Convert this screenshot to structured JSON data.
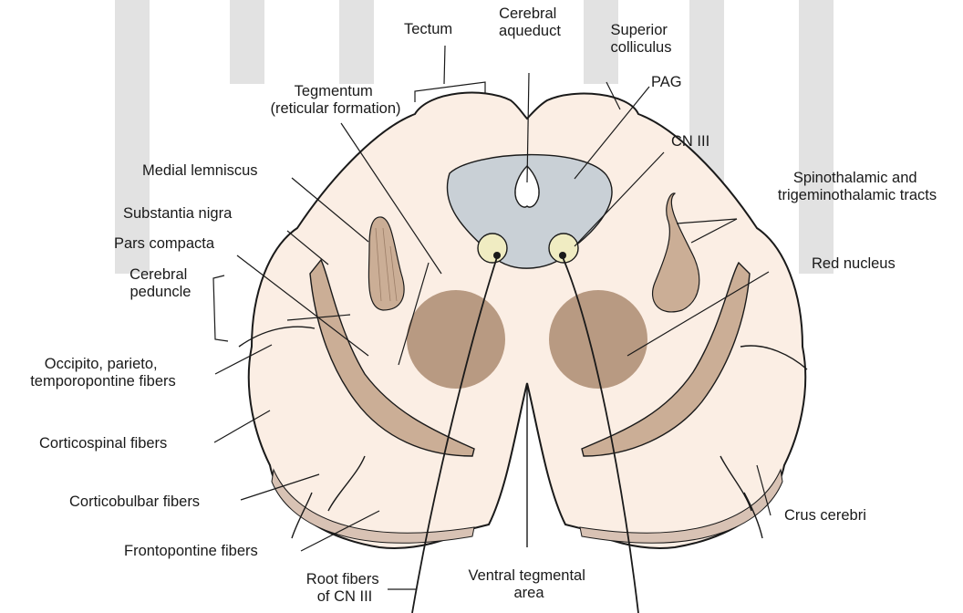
{
  "labels": {
    "tectum": "Tectum",
    "cerebral_aqueduct": [
      "Cerebral",
      "aqueduct"
    ],
    "superior_colliculus": [
      "Superior",
      "colliculus"
    ],
    "tegmentum": [
      "Tegmentum",
      "(reticular formation)"
    ],
    "pag": "PAG",
    "cn_iii": "CN III",
    "medial_lemniscus": "Medial lemniscus",
    "spinothalamic": [
      "Spinothalamic and",
      "trigeminothalamic tracts"
    ],
    "substantia_nigra": "Substantia nigra",
    "pars_compacta": "Pars compacta",
    "red_nucleus": "Red nucleus",
    "cerebral_peduncle": [
      "Cerebral",
      "peduncle"
    ],
    "occipito": [
      "Occipito, parieto,",
      "temporopontine fibers"
    ],
    "corticospinal": "Corticospinal fibers",
    "corticobulbar": "Corticobulbar fibers",
    "crus_cerebri": "Crus cerebri",
    "frontopontine": "Frontopontine fibers",
    "root_fibers": [
      "Root fibers",
      "of CN III"
    ],
    "ventral_tegmental": [
      "Ventral tegmental",
      "area"
    ]
  },
  "colors": {
    "tissue": "#fbeee4",
    "outline": "#1a1a1a",
    "pag": "#c9d0d6",
    "nucleus": "#b89a82",
    "tract": "#cbae96",
    "watermark": "#e2e2e2"
  }
}
